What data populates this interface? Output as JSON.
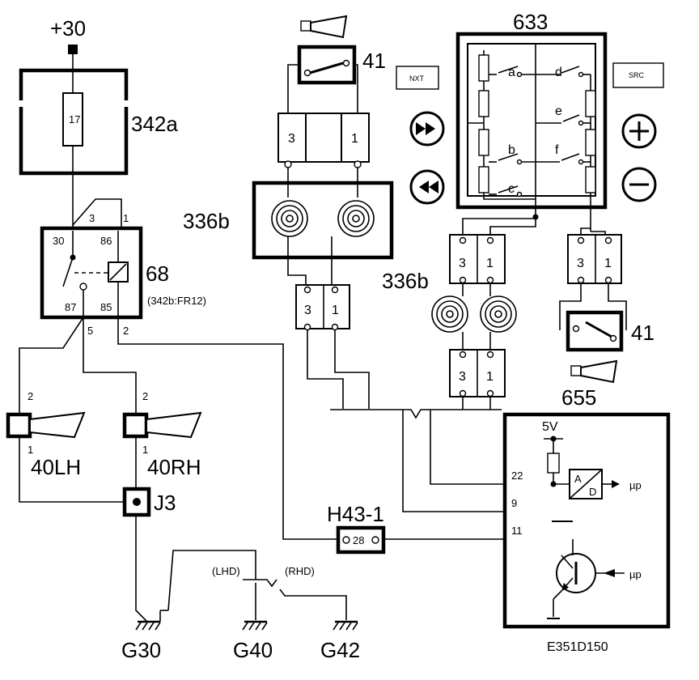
{
  "supply": {
    "label": "+30"
  },
  "fusebox": {
    "label": "342a",
    "fuse": "17"
  },
  "relay": {
    "label": "68",
    "location": "(342b:FR12)",
    "pins": {
      "p30": "30",
      "p86": "86",
      "p87": "87",
      "p85": "85",
      "top3": "3",
      "top1": "1",
      "out5": "5",
      "out2": "2"
    }
  },
  "horns": {
    "lh": {
      "label": "40LH",
      "pin_top": "2",
      "pin_bottom": "1"
    },
    "rh": {
      "label": "40RH",
      "pin_top": "2",
      "pin_bottom": "1"
    }
  },
  "junction": {
    "label": "J3"
  },
  "connector_h43": {
    "label": "H43-1",
    "pin": "28"
  },
  "grounds": {
    "g30": "G30",
    "g40": "G40",
    "g42": "G42",
    "lhd": "(LHD)",
    "rhd": "(RHD)"
  },
  "horn_switch_top": {
    "label": "41"
  },
  "horn_switch_right": {
    "label": "41"
  },
  "clockspring_top": {
    "label": "336b",
    "upper_pins": [
      "3",
      "1"
    ],
    "lower_pins": [
      "3",
      "1"
    ]
  },
  "clockspring_right": {
    "label": "336b",
    "upper_pins": [
      "3",
      "1"
    ],
    "lower_pins": [
      "3",
      "1"
    ],
    "switch_pins": [
      "3",
      "1"
    ]
  },
  "steering_controls": {
    "label": "633",
    "switches": [
      "a",
      "b",
      "c",
      "d",
      "e",
      "f"
    ],
    "buttons": {
      "next": "NXT",
      "src": "SRC"
    }
  },
  "control_module": {
    "label": "655",
    "voltage": "5V",
    "pins": {
      "p22": "22",
      "p9": "9",
      "p11": "11"
    },
    "adc_a": "A",
    "adc_d": "D",
    "up1": "µp",
    "up2": "µp"
  },
  "doc_code": "E351D150"
}
